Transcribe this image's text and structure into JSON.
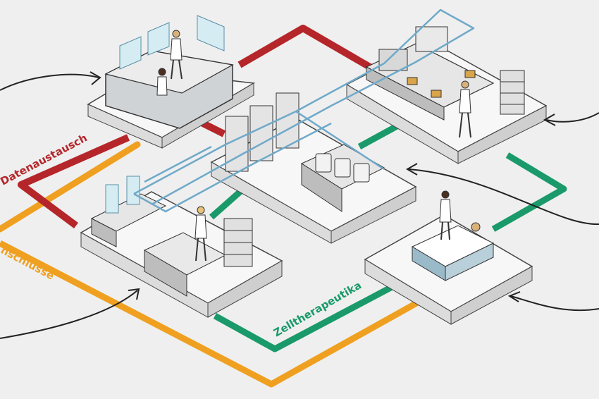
{
  "labels": {
    "datenaustausch": "Datenaustausch",
    "anschluesse": "nschlüsse",
    "zelltherapeutika": "Zelltherapeutika"
  },
  "colors": {
    "red": "#b5262a",
    "orange": "#efa020",
    "green": "#1a9a6a",
    "blue": "#6fa9c9",
    "platform": "#f7f7f7",
    "shadow": "#8e8e8e",
    "outline": "#444444"
  }
}
